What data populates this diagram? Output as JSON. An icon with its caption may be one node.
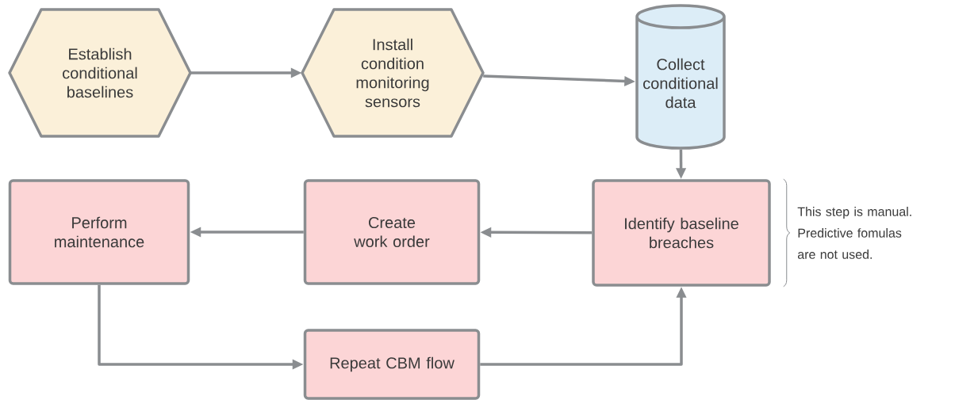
{
  "diagram": {
    "nodes": [
      {
        "text": [
          "Establish conditional baselines"
        ]
      },
      {
        "text": [
          "Install condition monitoring sensors"
        ]
      },
      {
        "text": [
          "Collect conditional data"
        ]
      },
      {
        "text": [
          "Identify baseline breaches"
        ],
        "beside": [
          "This step is manual. Predictive fomulas are not used."
        ]
      },
      {
        "text": [
          "Create work order"
        ]
      },
      {
        "text": [
          "Perform maintenance"
        ]
      },
      {
        "text": [
          "Repeat CBM flow"
        ]
      }
    ],
    "edges": [
      {
        "from": 0,
        "to": 1,
        "arrow": "to"
      },
      {
        "from": 1,
        "to": 2,
        "arrow": "to"
      },
      {
        "from": 2,
        "to": 3,
        "arrow": "to"
      },
      {
        "from": 3,
        "to": 4,
        "arrow": "to"
      },
      {
        "from": 4,
        "to": 5,
        "arrow": "to"
      },
      {
        "from": 5,
        "to": 6,
        "arrow": "to"
      },
      {
        "from": 6,
        "to": 3,
        "arrow": "to"
      }
    ]
  }
}
